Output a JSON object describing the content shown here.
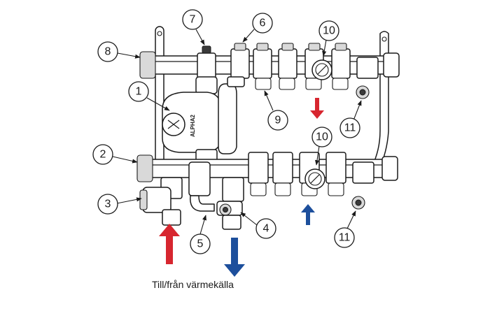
{
  "caption": "Till/från värmekälla",
  "pump_brand": "ALPHA2",
  "callouts": [
    "1",
    "2",
    "3",
    "4",
    "5",
    "6",
    "7",
    "8",
    "9",
    "10",
    "10",
    "11",
    "11"
  ],
  "colors": {
    "supply_arrow": "#d7262f",
    "return_arrow": "#1d4f9c",
    "line": "#1a1a1a"
  }
}
